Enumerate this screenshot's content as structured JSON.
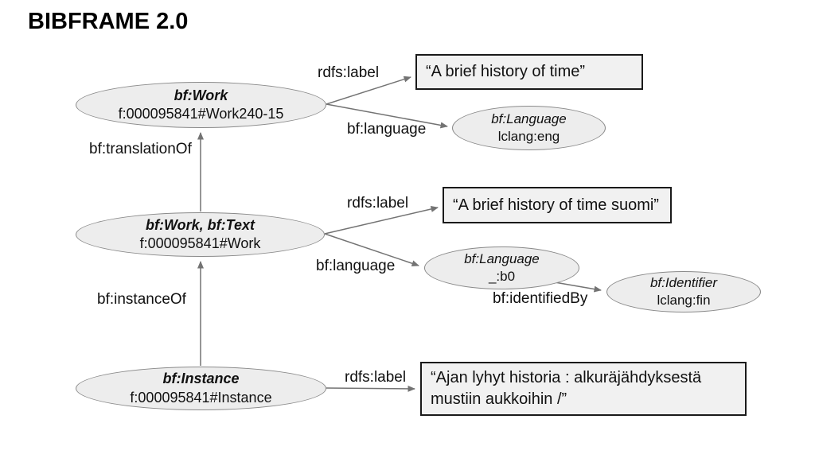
{
  "title": "BIBFRAME 2.0",
  "colors": {
    "node_fill": "#ededed",
    "node_border": "#8a8a8a",
    "literal_fill": "#f1f1f1",
    "literal_border": "#1a1a1a",
    "edge": "#737373",
    "text": "#111111",
    "background": "#ffffff"
  },
  "nodes": {
    "work": {
      "type": "bf:Work",
      "id": "f:000095841#Work240-15"
    },
    "work_text": {
      "type": "bf:Work, bf:Text",
      "id": "f:000095841#Work"
    },
    "instance": {
      "type": "bf:Instance",
      "id": "f:000095841#Instance"
    },
    "language_eng": {
      "type": "bf:Language",
      "id": "lclang:eng"
    },
    "language_b0": {
      "type": "bf:Language",
      "id": "_:b0"
    },
    "identifier": {
      "type": "bf:Identifier",
      "id": "lclang:fin"
    }
  },
  "literals": {
    "label_en": "“A brief history of time”",
    "label_fi_short": "“A brief history of time suomi”",
    "label_fi_full_line1": "“Ajan lyhyt historia : alkuräjähdyksestä",
    "label_fi_full_line2": "mustiin aukkoihin /”"
  },
  "edge_labels": {
    "work_rdfs_label": "rdfs:label",
    "work_bf_language": "bf:language",
    "translation_of": "bf:translationOf",
    "work_text_rdfs_label": "rdfs:label",
    "work_text_bf_language": "bf:language",
    "instance_of": "bf:instanceOf",
    "identified_by": "bf:identifiedBy",
    "instance_rdfs_label": "rdfs:label"
  }
}
